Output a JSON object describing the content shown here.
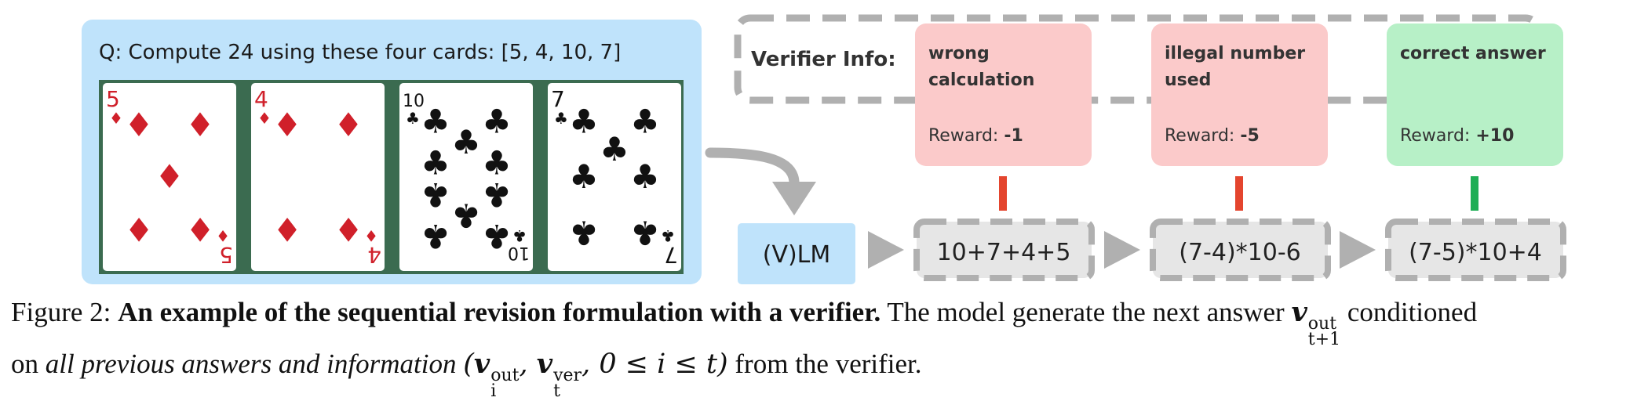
{
  "question": "Q: Compute 24 using these four cards: [5, 4, 10, 7]",
  "cards": [
    {
      "rank": "5",
      "suit": "diamonds",
      "suit_color": "#d0202a"
    },
    {
      "rank": "4",
      "suit": "diamonds",
      "suit_color": "#d0202a"
    },
    {
      "rank": "10",
      "suit": "clubs",
      "suit_color": "#111111"
    },
    {
      "rank": "7",
      "suit": "clubs",
      "suit_color": "#111111"
    }
  ],
  "model_label": "(V)LM",
  "verifier_label": "Verifier Info:",
  "steps": [
    {
      "answer": "10+7+4+5",
      "info": [
        "wrong",
        "calculation"
      ],
      "reward_prefix": "Reward: ",
      "reward": "-1",
      "status": "bad"
    },
    {
      "answer": "(7-4)*10-6",
      "info": [
        "illegal number",
        "used"
      ],
      "reward_prefix": "Reward: ",
      "reward": "-5",
      "status": "bad"
    },
    {
      "answer": "(7-5)*10+4",
      "info": [
        "correct answer"
      ],
      "reward_prefix": "Reward: ",
      "reward": "+10",
      "status": "good"
    }
  ],
  "colors": {
    "question_panel": "#bfe3fb",
    "card_table": "#3b6b50",
    "bad_box": "#fbcaca",
    "good_box": "#b7f0c7",
    "bad_connector": "#e4452e",
    "good_connector": "#1fae55",
    "dashed": "#b0b0b0",
    "answer_box": "#e6e6e6"
  },
  "caption": {
    "figure_label": "Figure 2:",
    "title": "An example of the sequential revision formulation with a verifier.",
    "text_1": "The model generate the next answer",
    "text_2": "conditioned",
    "text_3": "on",
    "italic": "all previous answers and information",
    "text_4": "from the verifier."
  }
}
